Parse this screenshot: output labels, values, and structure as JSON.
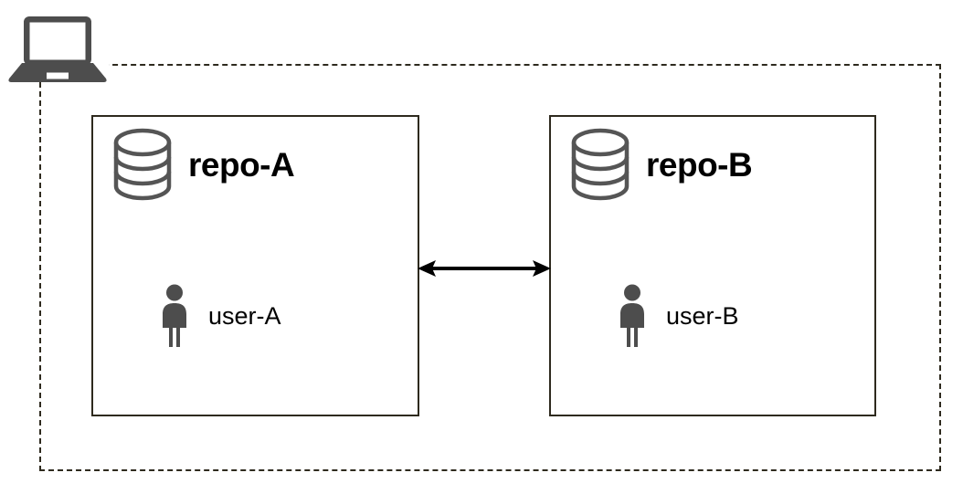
{
  "diagram": {
    "title": "repo-A and repo-B synchronization within a local machine boundary",
    "type": "architecture-diagram",
    "background_color": "#ffffff"
  },
  "machine": {
    "icon": "laptop-icon",
    "icon_color": "#4d4d4d",
    "boundary": {
      "style": "dashed",
      "color": "#2e2a1e",
      "label": ""
    }
  },
  "repos": [
    {
      "id": "repo-a",
      "label": "repo-A",
      "icon": "database-cylinder-icon",
      "icon_color": "#555555",
      "border_color": "#2e2a1e",
      "user": {
        "icon": "person-icon",
        "icon_color": "#4d4d4d",
        "label": "user-A"
      }
    },
    {
      "id": "repo-b",
      "label": "repo-B",
      "icon": "database-cylinder-icon",
      "icon_color": "#555555",
      "border_color": "#2e2a1e",
      "user": {
        "icon": "person-icon",
        "icon_color": "#4d4d4d",
        "label": "user-B"
      }
    }
  ],
  "connector": {
    "icon": "double-headed-arrow-icon",
    "color": "#000000",
    "label": "",
    "direction": "bidirectional"
  }
}
